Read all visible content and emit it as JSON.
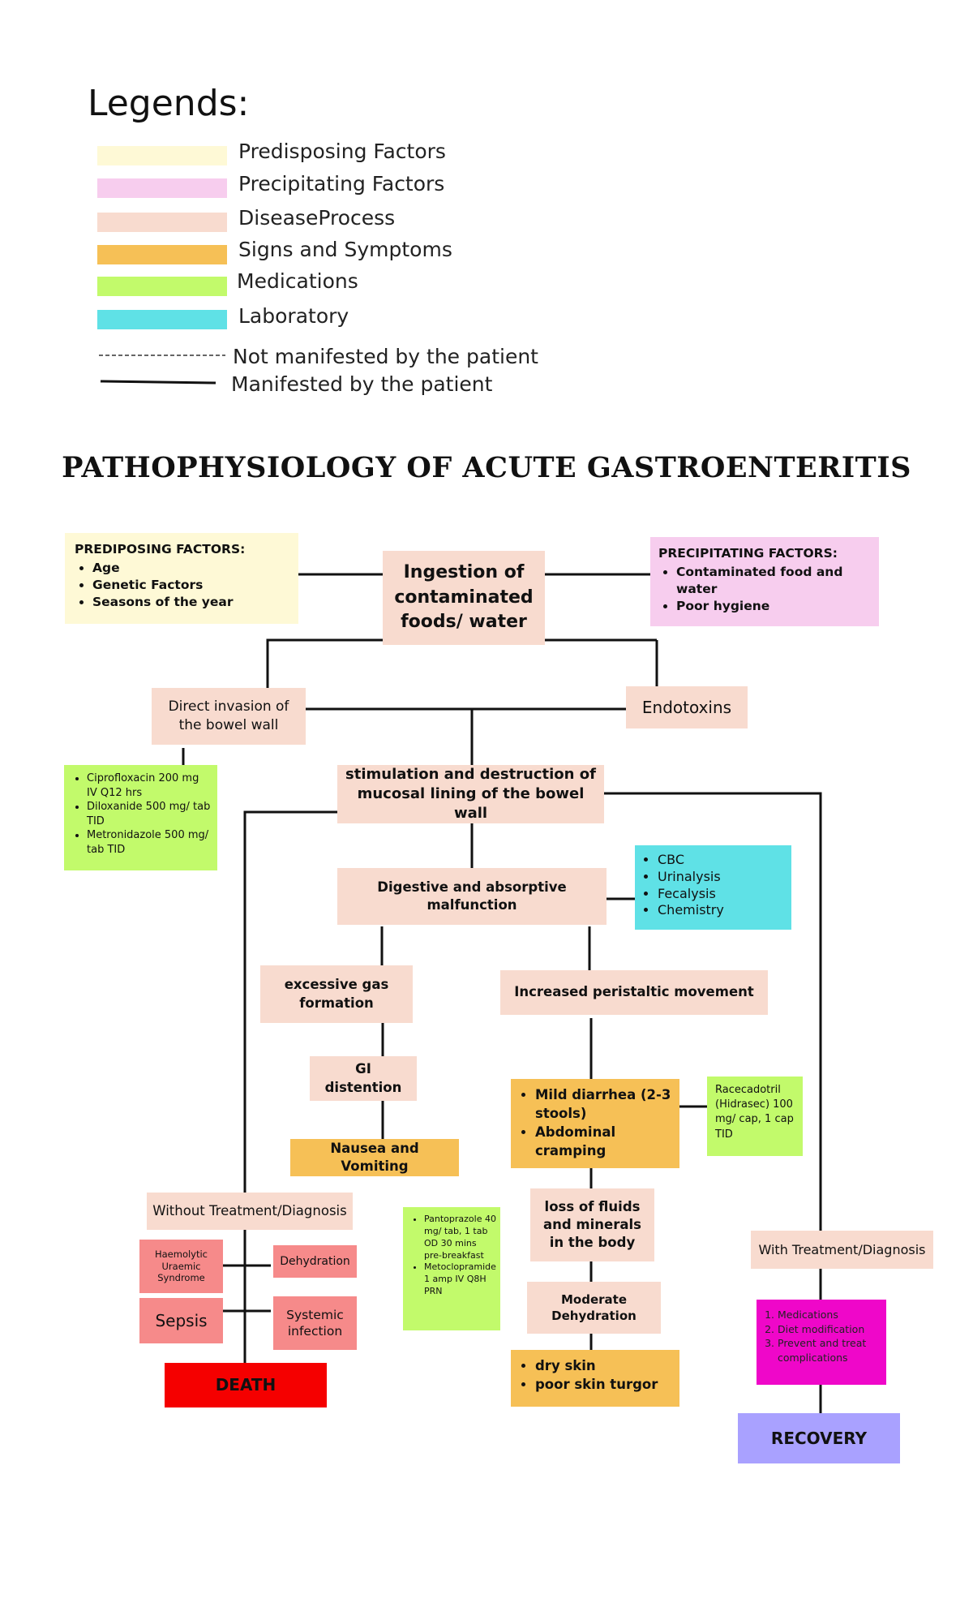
{
  "legend": {
    "title": "Legends:",
    "items": [
      {
        "label": "Predisposing Factors",
        "color": "#fef9d6"
      },
      {
        "label": "Precipitating Factors",
        "color": "#f7cdee"
      },
      {
        "label": "DiseaseProcess",
        "color": "#f8dbcf"
      },
      {
        "label": "Signs and Symptoms",
        "color": "#f6c056"
      },
      {
        "label": "Medications",
        "color": "#c2fa6b"
      },
      {
        "label": "Laboratory",
        "color": "#5fe1e6"
      }
    ],
    "dashed_label": "Not manifested by the patient",
    "solid_label": "Manifested by the patient"
  },
  "title": "PATHOPHYSIOLOGY OF ACUTE GASTROENTERITIS",
  "predisposing": {
    "title": "PREDIPOSING FACTORS:",
    "items": [
      "Age",
      "Genetic Factors",
      "Seasons of the year"
    ]
  },
  "precipitating": {
    "title": "PRECIPITATING FACTORS:",
    "items": [
      "Contaminated food and water",
      "Poor hygiene"
    ]
  },
  "nodes": {
    "ingestion": "Ingestion of contaminated foods/ water",
    "direct_invasion": "Direct invasion of the bowel wall",
    "endotoxins": "Endotoxins",
    "stimulation": "stimulation and destruction of mucosal lining of the bowel wall",
    "digestive": "Digestive and absorptive malfunction",
    "gas": "excessive gas formation",
    "peristaltic": "Increased peristaltic movement",
    "gi_distention": "GI distention",
    "nausea": "Nausea and Vomiting",
    "without_treatment": "Without Treatment/Diagnosis",
    "with_treatment": "With Treatment/Diagnosis",
    "loss_fluids": "loss of fluids and minerals in the body",
    "moderate_dehydration": "Moderate Dehydration",
    "haemolytic": "Haemolytic Uraemic Syndrome",
    "dehydration": "Dehydration",
    "sepsis": "Sepsis",
    "systemic": "Systemic infection",
    "death": "DEATH",
    "recovery": "RECOVERY"
  },
  "medication1": [
    "Ciprofloxacin 200 mg IV Q12 hrs",
    "Diloxanide 500 mg/ tab TID",
    "Metronidazole 500 mg/ tab TID"
  ],
  "labs": [
    "CBC",
    "Urinalysis",
    "Fecalysis",
    "Chemistry"
  ],
  "diarrhea": [
    "Mild diarrhea (2-3 stools)",
    "Abdominal cramping"
  ],
  "racecadotril": "Racecadotril (Hidrasec) 100 mg/ cap, 1 cap TID",
  "medication2": [
    "Pantoprazole 40 mg/ tab, 1 tab OD 30 mins pre-breakfast",
    "Metoclopramide 1 amp IV Q8H PRN"
  ],
  "skin": [
    "dry skin",
    "poor skin turgor"
  ],
  "treatment": [
    "Medications",
    "Diet modification",
    "Prevent and treat complications"
  ]
}
